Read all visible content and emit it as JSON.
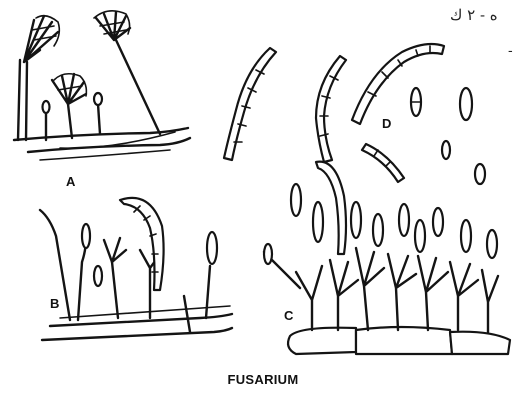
{
  "figure": {
    "caption": "FUSARIUM",
    "corner_note": "ه - ٢ ك",
    "corner_mark": "-",
    "panels": [
      {
        "id": "A",
        "label": "A"
      },
      {
        "id": "B",
        "label": "B"
      },
      {
        "id": "C",
        "label": "C"
      },
      {
        "id": "D",
        "label": "D"
      }
    ]
  }
}
